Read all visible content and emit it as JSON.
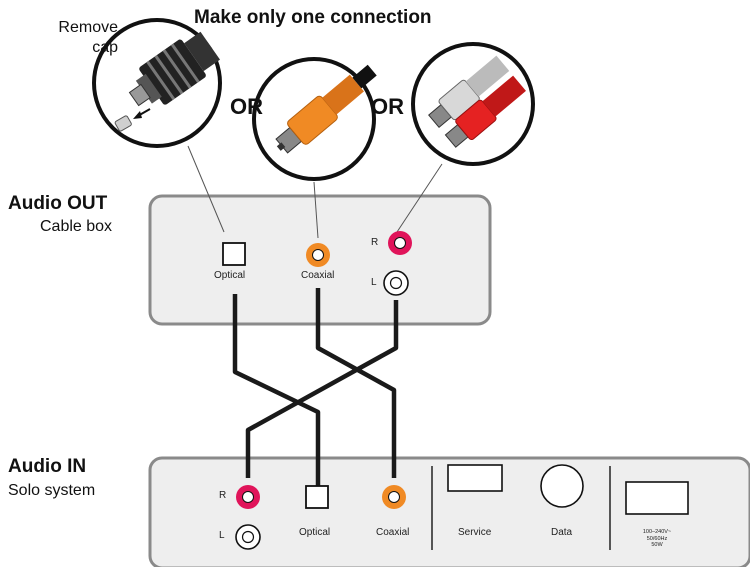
{
  "title": "Make only one connection",
  "remove_cap": [
    "Remove",
    "cap"
  ],
  "or_labels": [
    "OR",
    "OR"
  ],
  "audio_out": {
    "heading": "Audio OUT",
    "device": "Cable box",
    "ports": {
      "right": "R",
      "left": "L",
      "optical": "Optical",
      "coaxial": "Coaxial"
    }
  },
  "audio_in": {
    "heading": "Audio IN",
    "device": "Solo system",
    "ports": {
      "right": "R",
      "left": "L",
      "optical": "Optical",
      "coaxial": "Coaxial",
      "service": "Service",
      "data": "Data"
    },
    "power": [
      "100–240V~",
      "50/60Hz",
      "50W"
    ]
  },
  "colors": {
    "panel_fill": "#eeeeee",
    "panel_stroke": "#8a8a8a",
    "coaxial_orange": "#f08a24",
    "rca_red": "#e0145a",
    "cable_black": "#1a1a1a"
  },
  "icons": [
    "optical-plug-icon",
    "coaxial-plug-icon",
    "rca-plug-pair-icon"
  ]
}
